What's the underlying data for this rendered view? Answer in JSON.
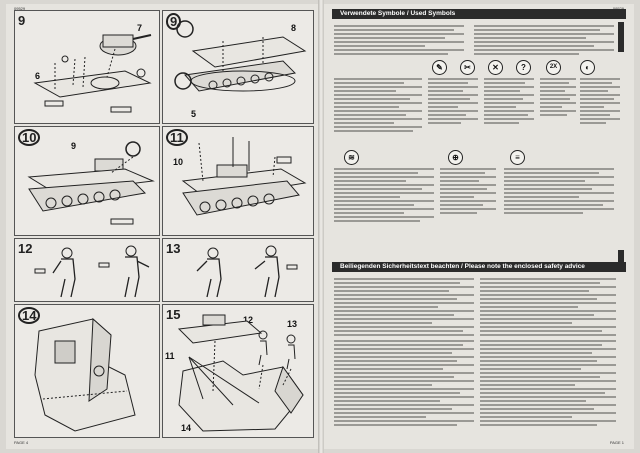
{
  "document": {
    "header_code_left": "09529",
    "header_code_right": "09529",
    "footer_left": "PAGE 4",
    "footer_right": "PAGE 1"
  },
  "steps": [
    {
      "number": "9",
      "callouts": [
        "7",
        "6"
      ]
    },
    {
      "number": "9",
      "callouts": [
        "8",
        "5"
      ]
    },
    {
      "number": "10",
      "callouts": [
        "9"
      ]
    },
    {
      "number": "11",
      "callouts": [
        "10"
      ]
    },
    {
      "number": "12",
      "callouts": []
    },
    {
      "number": "13",
      "callouts": []
    },
    {
      "number": "14",
      "callouts": []
    },
    {
      "number": "15",
      "callouts": [
        "12",
        "13",
        "11",
        "14"
      ]
    }
  ],
  "right": {
    "symbols_title": "Verwendete Symbole / Used Symbols",
    "symbols": [
      "2X"
    ],
    "safety_title": "Beiliegenden Sicherheitstext beachten / Please note the enclosed safety advice"
  }
}
